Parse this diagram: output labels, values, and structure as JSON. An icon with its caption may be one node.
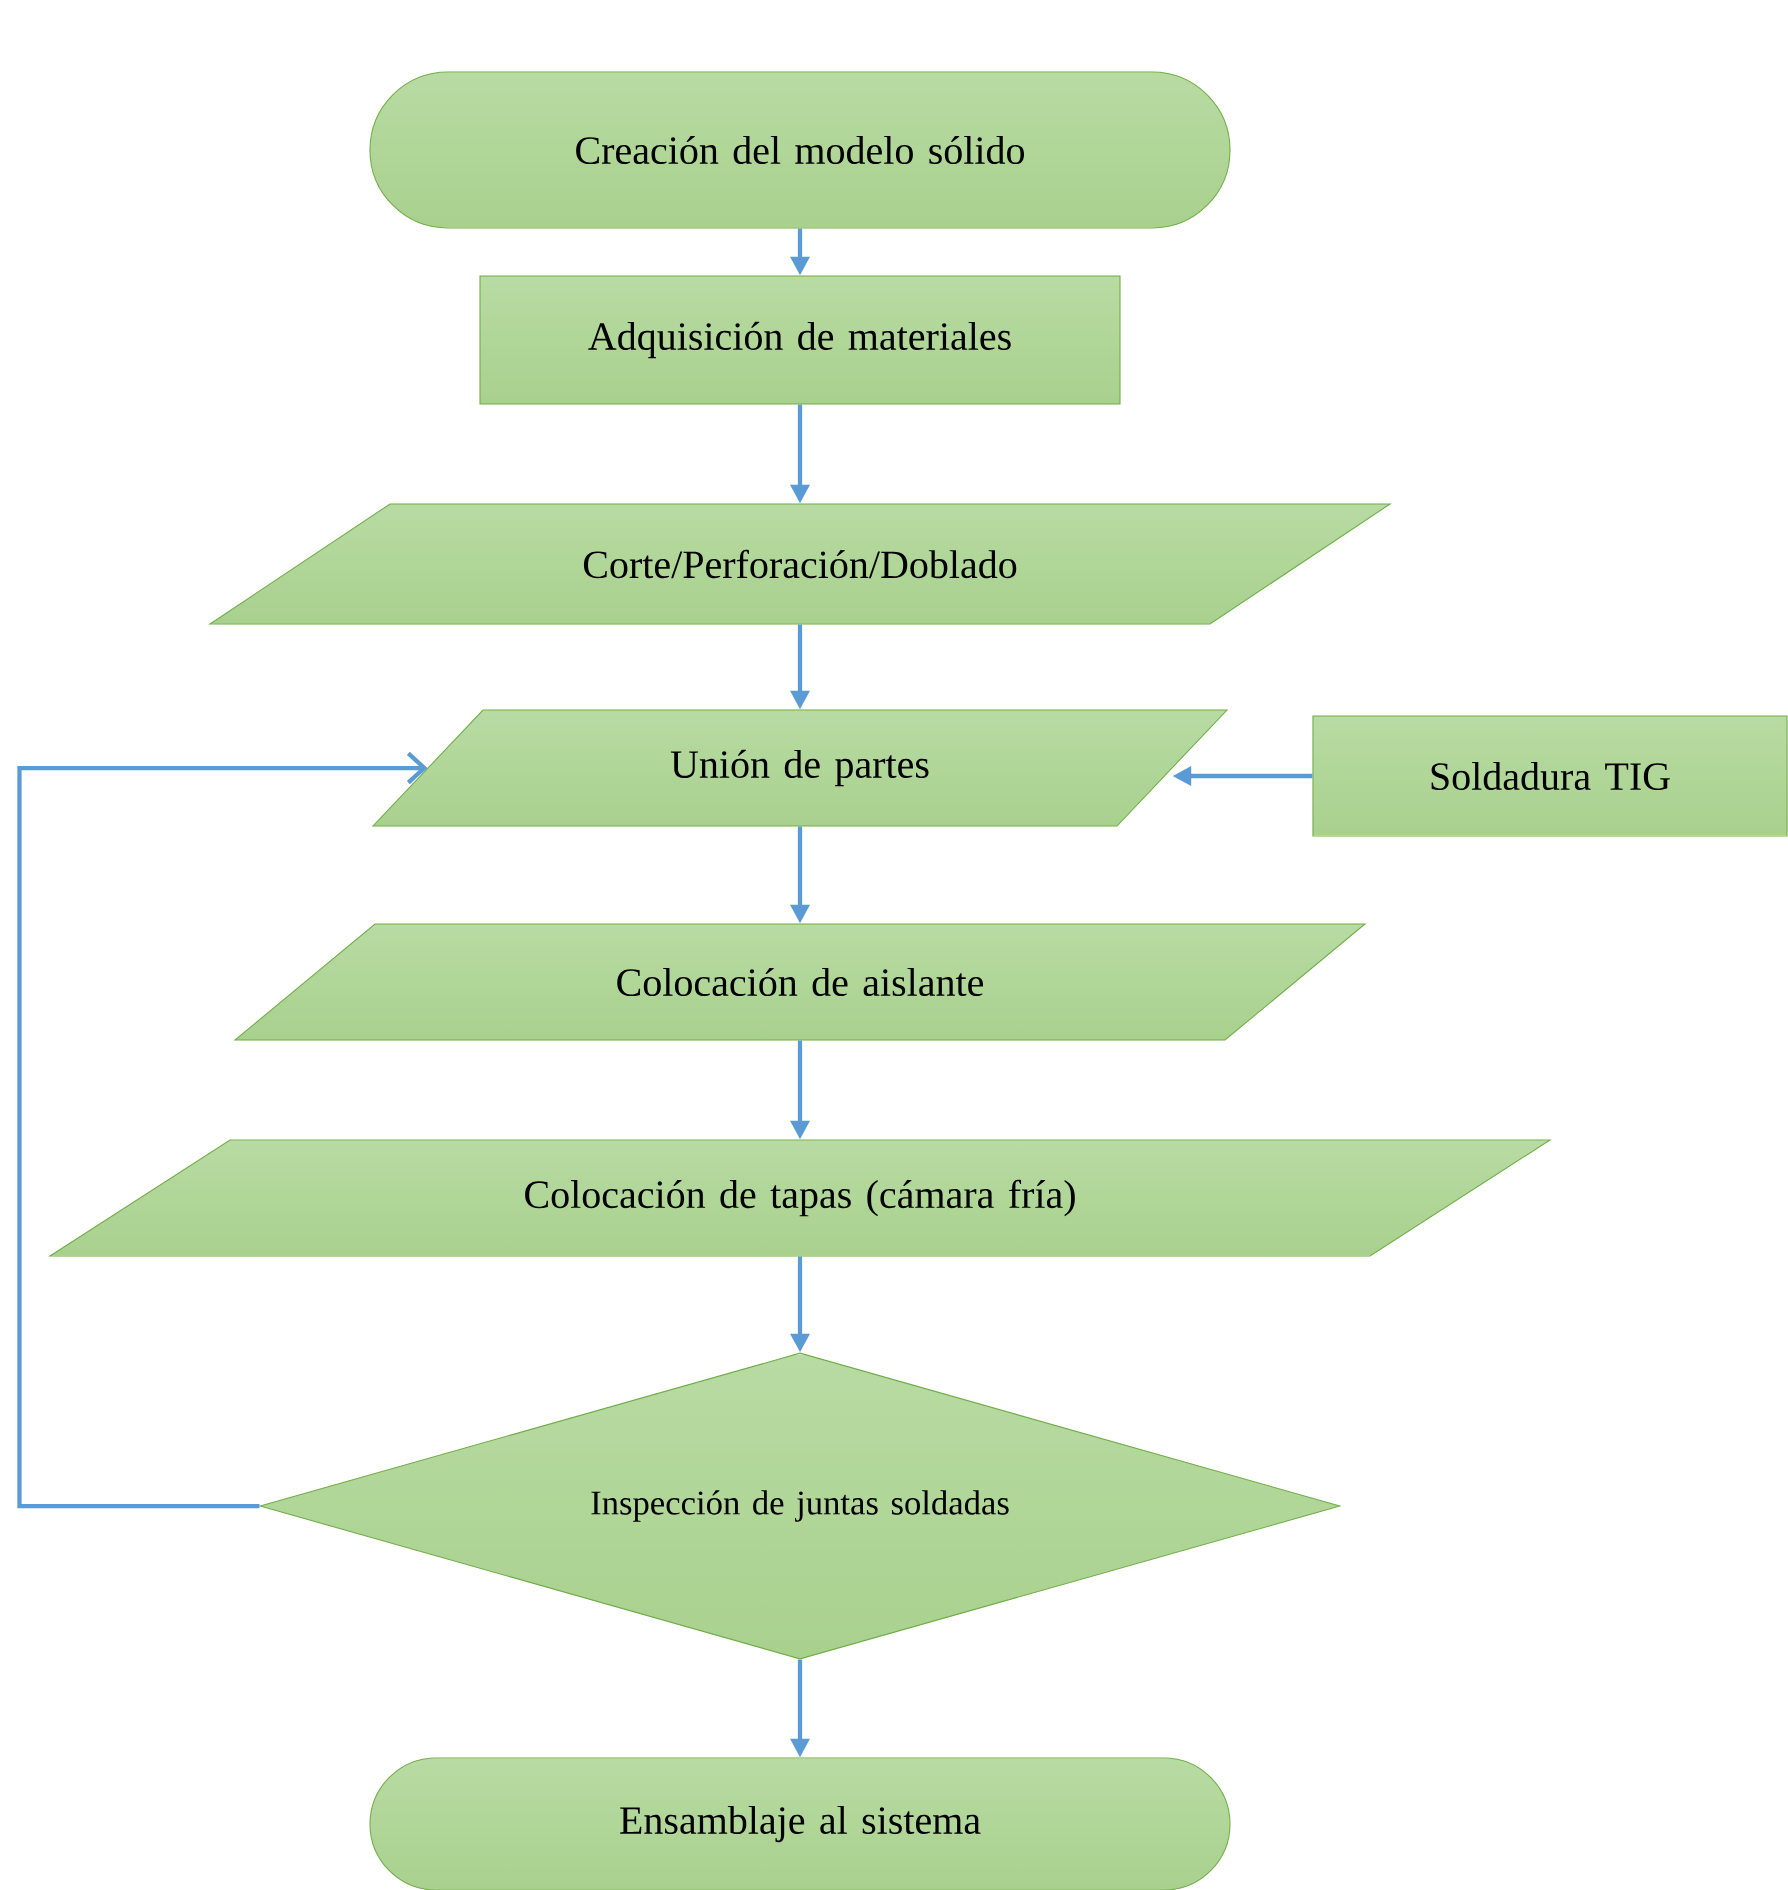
{
  "diagram": {
    "nodes": [
      {
        "text": [
          "Creación del modelo sólido"
        ]
      },
      {
        "text": [
          "Adquisición de materiales"
        ]
      },
      {
        "text": [
          "Corte/Perforación/Doblado"
        ]
      },
      {
        "text": [
          "Unión de partes"
        ]
      },
      {
        "text": [
          "Soldadura TIG"
        ]
      },
      {
        "text": [
          "Colocación de aislante"
        ]
      },
      {
        "text": [
          "Colocación de tapas (cámara fría)"
        ]
      },
      {
        "text": [
          "Inspección de juntas soldadas"
        ]
      },
      {
        "text": [
          "Ensamblaje al sistema"
        ]
      }
    ],
    "edges": [
      {
        "from": 0,
        "to": 1,
        "arrow": "to"
      },
      {
        "from": 1,
        "to": 2,
        "arrow": "to"
      },
      {
        "from": 2,
        "to": 3,
        "arrow": "to"
      },
      {
        "from": 4,
        "to": 3,
        "arrow": "to"
      },
      {
        "from": 3,
        "to": 5,
        "arrow": "to"
      },
      {
        "from": 5,
        "to": 6,
        "arrow": "to"
      },
      {
        "from": 6,
        "to": 7,
        "arrow": "to"
      },
      {
        "from": 7,
        "to": 8,
        "arrow": "to"
      },
      {
        "from": 7,
        "to": 3,
        "arrow": "to"
      }
    ]
  }
}
